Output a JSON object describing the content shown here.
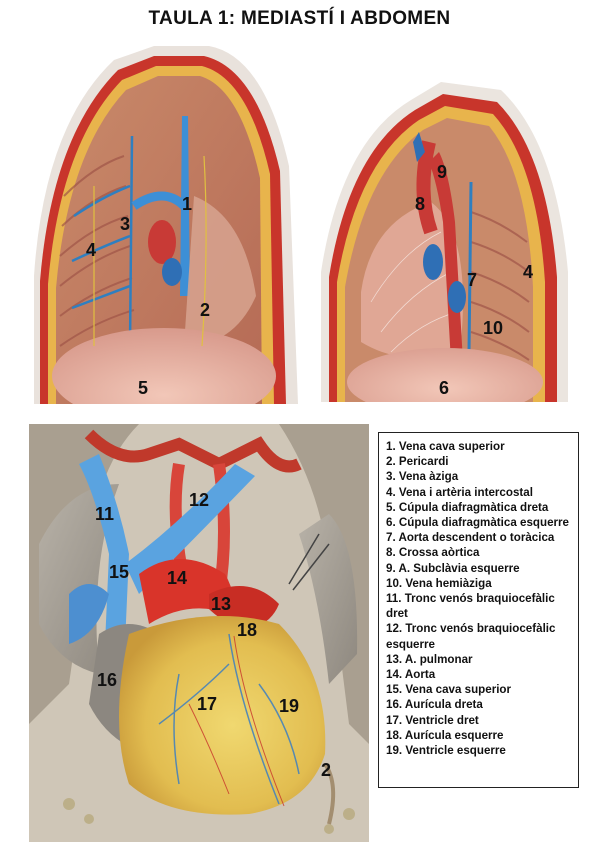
{
  "title": "TAULA 1: MEDIASTÍ I ABDOMEN",
  "left_panel_labels": [
    "1",
    "2",
    "3",
    "4",
    "5"
  ],
  "right_panel_labels": [
    "9",
    "8",
    "7",
    "4",
    "10",
    "6"
  ],
  "bottom_panel_labels": [
    "11",
    "12",
    "15",
    "14",
    "13",
    "18",
    "16",
    "17",
    "19",
    "2"
  ],
  "legend": [
    "1. Vena cava superior",
    "2. Pericardi",
    "3. Vena àziga",
    "4. Vena i artèria intercostal",
    "5. Cúpula diafragmàtica dreta",
    "6. Cúpula diafragmàtica esquerre",
    "7. Aorta descendent o toràcica",
    "8. Crossa aòrtica",
    "9. A. Subclàvia esquerre",
    "10. Vena hemiàziga",
    "11. Tronc venós braquiocefàlic dret",
    "12. Tronc venós braquiocefàlic esquerre",
    "13. A. pulmonar",
    "14. Aorta",
    "15. Vena cava superior",
    "16. Aurícula dreta",
    "17. Ventricle dret",
    "18. Aurícula esquerre",
    "19. Ventricle esquerre"
  ]
}
